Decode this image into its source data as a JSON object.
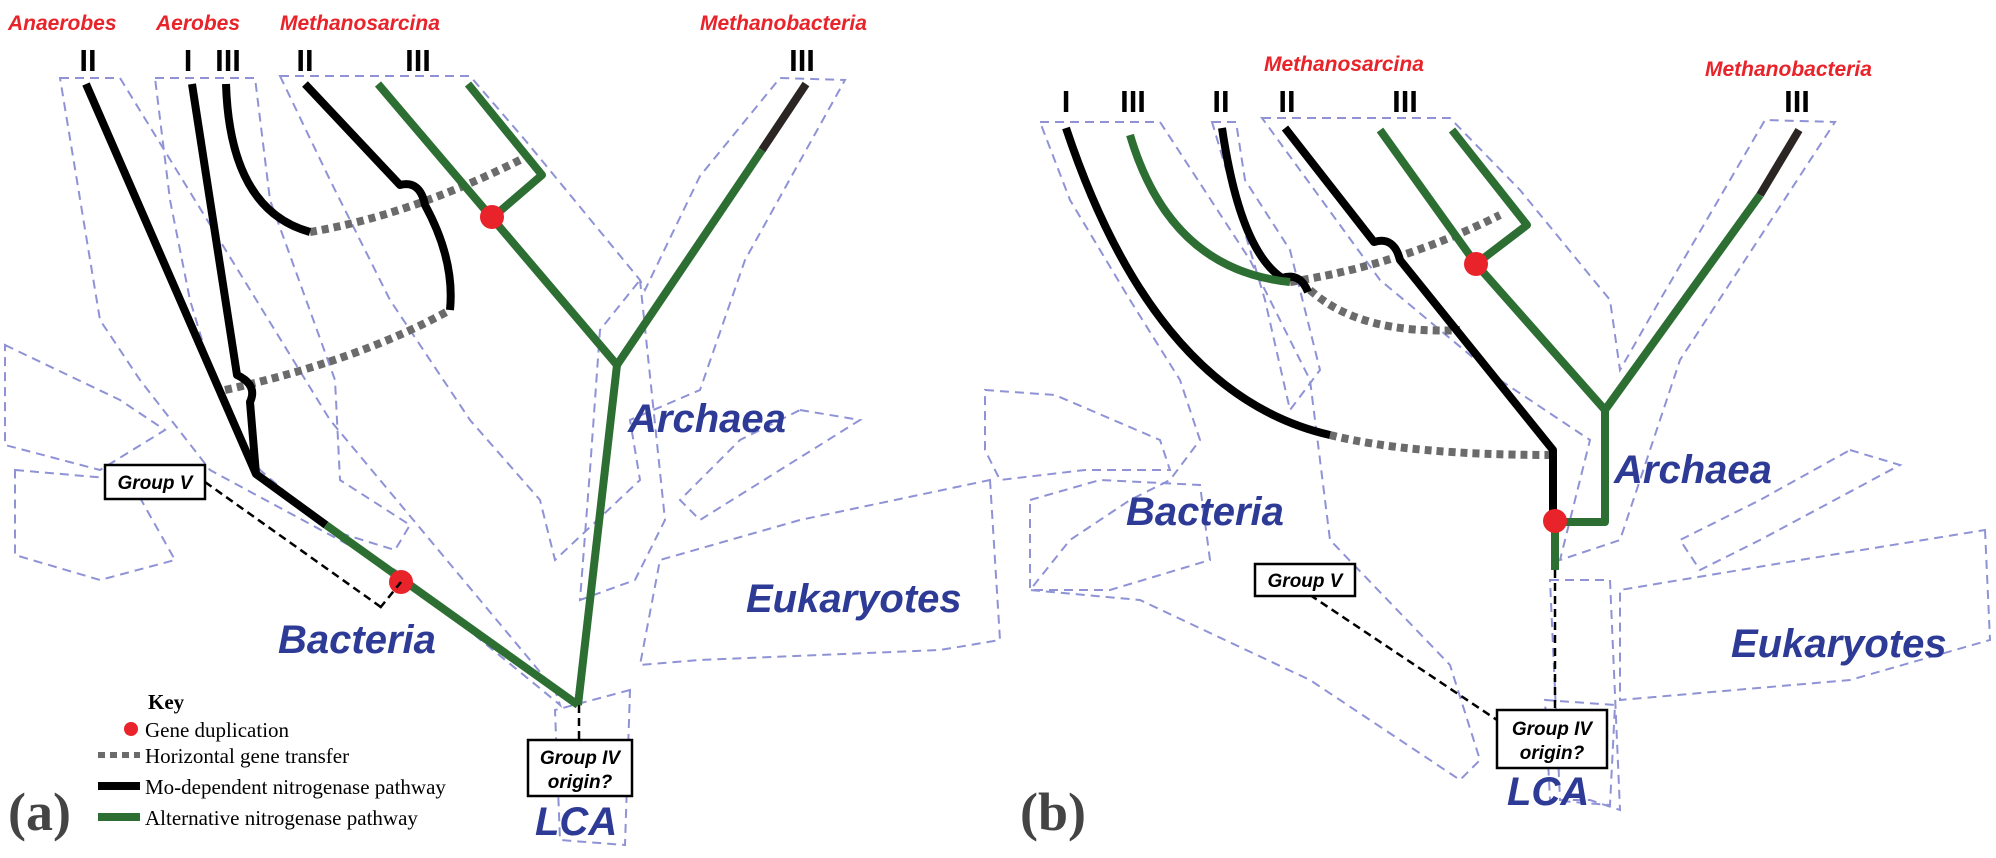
{
  "panel_a": {
    "panel_label": "(a)",
    "top_labels": {
      "anaerobes": "Anaerobes",
      "aerobes": "Aerobes",
      "methanosarcina": "Methanosarcina",
      "methanobacteria": "Methanobacteria"
    },
    "groups": {
      "anaerobes_group": "II",
      "aerobes_group_1": "I",
      "aerobes_group_2": "III",
      "methanosarcina_group_1": "II",
      "methanosarcina_group_2": "III",
      "methanobacteria_group": "III"
    },
    "domains": {
      "archaea": "Archaea",
      "bacteria": "Bacteria",
      "eukaryotes": "Eukaryotes",
      "lca": "LCA"
    },
    "boxes": {
      "group_v": "Group V",
      "group_iv_line1": "Group IV",
      "group_iv_line2": "origin?"
    },
    "key": {
      "title": "Key",
      "gene_duplication": "Gene duplication",
      "horizontal_gene_transfer": "Horizontal gene transfer",
      "mo_pathway": "Mo-dependent nitrogenase pathway",
      "alt_pathway": "Alternative nitrogenase pathway"
    }
  },
  "panel_b": {
    "panel_label": "(b)",
    "top_labels": {
      "methanosarcina": "Methanosarcina",
      "methanobacteria": "Methanobacteria"
    },
    "groups": {
      "bacteria_group_1": "I",
      "bacteria_group_2": "III",
      "bacteria_group_3": "II",
      "methanosarcina_group_1": "II",
      "methanosarcina_group_2": "III",
      "methanobacteria_group": "III"
    },
    "domains": {
      "archaea": "Archaea",
      "bacteria": "Bacteria",
      "eukaryotes": "Eukaryotes",
      "lca": "LCA"
    },
    "boxes": {
      "group_v": "Group V",
      "group_iv_line1": "Group IV",
      "group_iv_line2": "origin?"
    }
  },
  "colors": {
    "mo_dependent": "#000000",
    "alternative": "#2d6e32",
    "gene_duplication": "#e8232a",
    "horizontal_gene_transfer": "#6b6b6b",
    "domain_label": "#2d3a96",
    "taxon_label": "#e8232a",
    "outline": "#8f93d6"
  }
}
